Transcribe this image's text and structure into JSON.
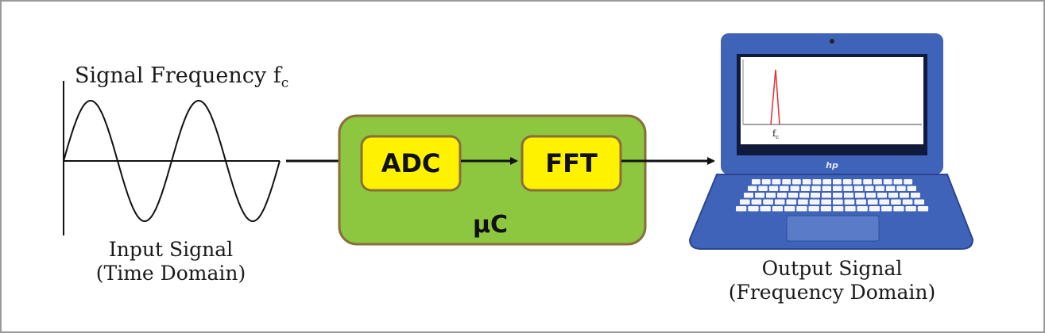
{
  "input": {
    "title": "Signal Frequency f",
    "title_sub": "c",
    "label_line1": "Input Signal",
    "label_line2": "(Time Domain)"
  },
  "processor": {
    "label": "μC",
    "blocks": [
      "ADC",
      "FFT"
    ]
  },
  "output": {
    "label_line1": "Output Signal",
    "label_line2": "(Frequency Domain)",
    "peak_label": "f",
    "peak_label_sub": "c",
    "laptop_brand": "hp"
  },
  "colors": {
    "processor_fill": "#8dc63f",
    "processor_border": "#8a6d3b",
    "block_fill": "#fff200",
    "block_border": "#8a6d3b",
    "laptop_body": "#3f63b8",
    "laptop_dark": "#2a4690",
    "spectrum_peak": "#e03030"
  }
}
